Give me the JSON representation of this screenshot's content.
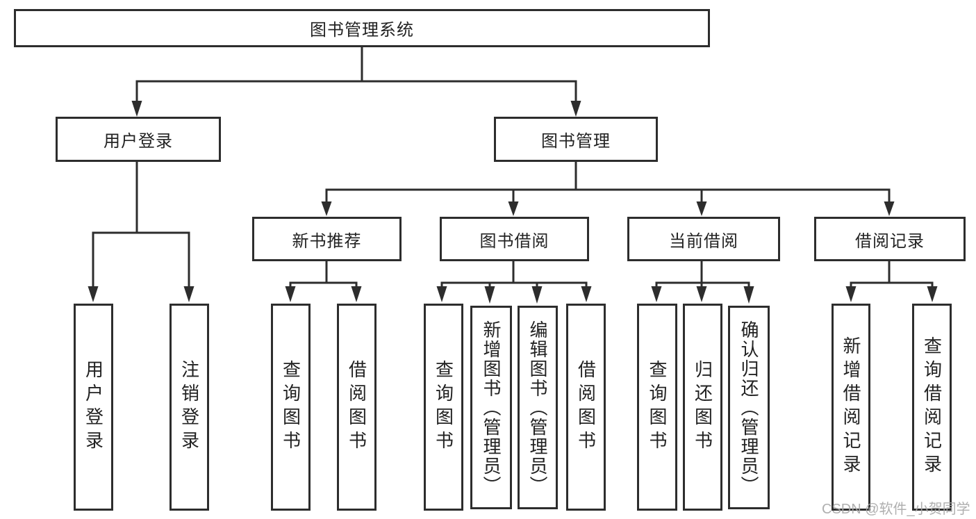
{
  "diagram": {
    "colors": {
      "line": "#2d2d2d",
      "box_border": "#2d2d2d",
      "text": "#222222",
      "watermark": "#a8a8a8",
      "background": "#ffffff"
    },
    "tree": {
      "label": "图书管理系统",
      "children": [
        {
          "label": "用户登录",
          "children": [
            {
              "label": "用户登录"
            },
            {
              "label": "注销登录"
            }
          ]
        },
        {
          "label": "图书管理",
          "children": [
            {
              "label": "新书推荐",
              "children": [
                {
                  "label": "查询图书"
                },
                {
                  "label": "借阅图书"
                }
              ]
            },
            {
              "label": "图书借阅",
              "children": [
                {
                  "label": "查询图书"
                },
                {
                  "label": "新增图书（管理员）"
                },
                {
                  "label": "编辑图书（管理员）"
                },
                {
                  "label": "借阅图书"
                }
              ]
            },
            {
              "label": "当前借阅",
              "children": [
                {
                  "label": "查询图书"
                },
                {
                  "label": "归还图书"
                },
                {
                  "label": "确认归还（管理员）"
                }
              ]
            },
            {
              "label": "借阅记录",
              "children": [
                {
                  "label": "新增借阅记录"
                },
                {
                  "label": "查询借阅记录"
                }
              ]
            }
          ]
        }
      ]
    },
    "watermark": "CSDN @软件_小贺同学"
  }
}
